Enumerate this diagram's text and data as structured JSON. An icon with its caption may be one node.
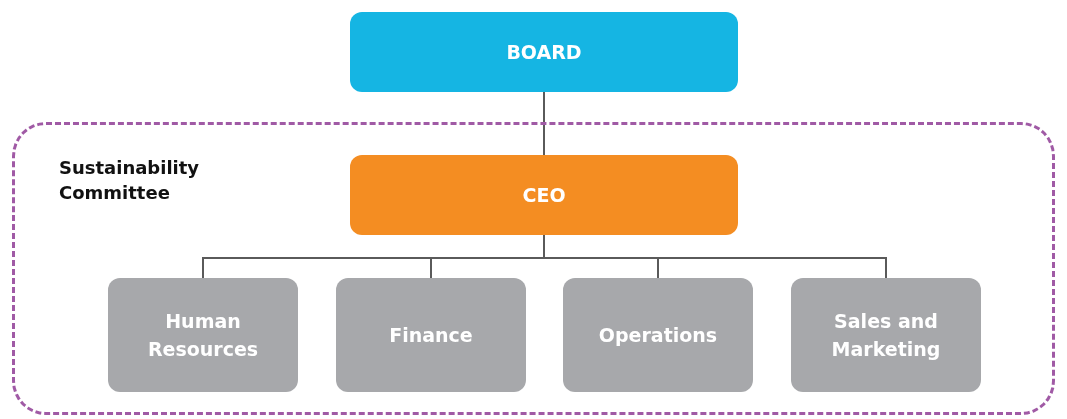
{
  "diagram": {
    "nodes": [
      {
        "text": [
          "BOARD"
        ]
      },
      {
        "text": [
          "Sustainability Committee"
        ]
      },
      {
        "text": [
          "CEO"
        ],
        "in": 1
      },
      {
        "text": [
          "Human Resources"
        ],
        "in": 1
      },
      {
        "text": [
          "Finance"
        ],
        "in": 1
      },
      {
        "text": [
          "Operations"
        ],
        "in": 1
      },
      {
        "text": [
          "Sales and Marketing"
        ],
        "in": 1
      }
    ],
    "edges": [
      {
        "from": 0,
        "to": 2,
        "arrow": "none"
      },
      {
        "from": 2,
        "to": 3,
        "arrow": "none"
      },
      {
        "from": 2,
        "to": 4,
        "arrow": "none"
      },
      {
        "from": 2,
        "to": 5,
        "arrow": "none"
      },
      {
        "from": 2,
        "to": 6,
        "arrow": "none"
      }
    ]
  }
}
